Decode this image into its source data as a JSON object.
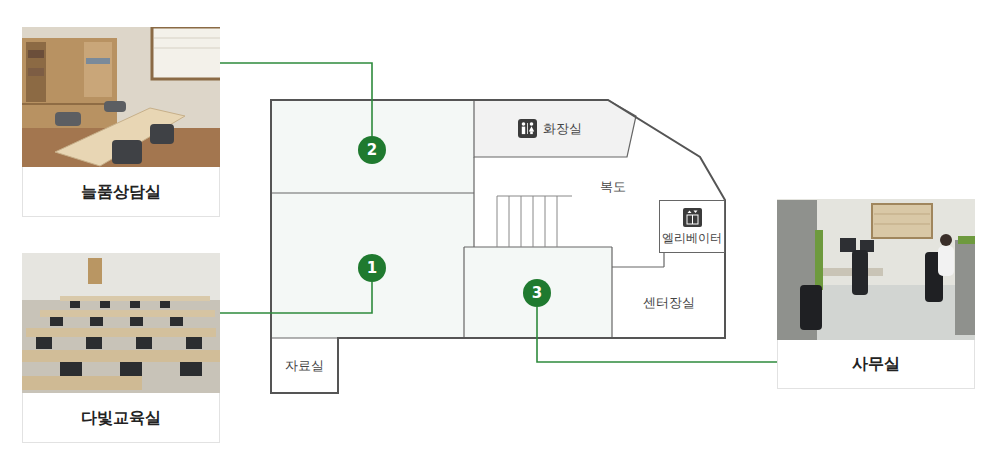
{
  "diagram": {
    "nodes": [
      {
        "text": [
          "늘품상담실"
        ]
      },
      {
        "text": [
          "2"
        ]
      },
      {
        "text": [
          "화장실"
        ]
      },
      {
        "text": [
          "복도"
        ]
      },
      {
        "text": [
          "엘리베이터"
        ]
      },
      {
        "text": [
          "다빛교육실"
        ]
      },
      {
        "text": [
          "1"
        ]
      },
      {
        "text": [
          "3"
        ]
      },
      {
        "text": [
          "센터장실"
        ]
      },
      {
        "text": [
          "사무실"
        ]
      },
      {
        "text": [
          "자료실"
        ]
      }
    ],
    "edges": [
      {
        "from": 1,
        "to": 0,
        "arrow": "none"
      },
      {
        "from": 6,
        "to": 5,
        "arrow": "none"
      },
      {
        "from": 7,
        "to": 9,
        "arrow": "none"
      }
    ]
  }
}
